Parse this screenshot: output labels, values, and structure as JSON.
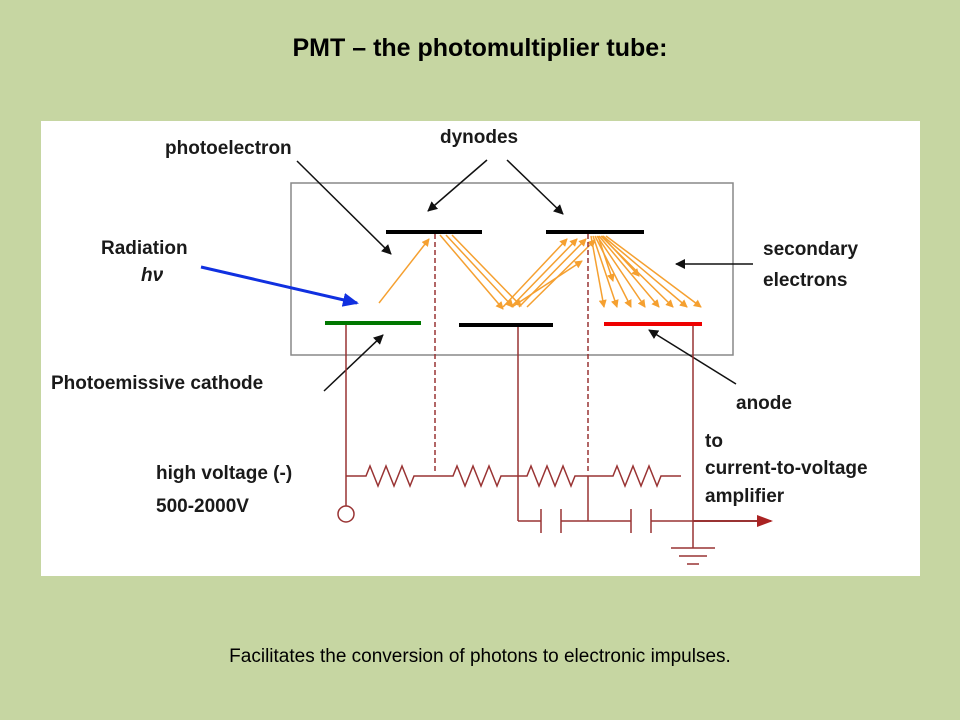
{
  "slide": {
    "title": "PMT – the photomultiplier tube:",
    "caption": "Facilitates the conversion of photons to electronic impulses."
  },
  "diagram": {
    "labels": {
      "photoelectron": "photoelectron",
      "dynodes": "dynodes",
      "radiation": "Radiation",
      "hv": "hν",
      "secondary_1": "secondary",
      "secondary_2": "electrons",
      "cathode": "Photoemissive cathode",
      "anode": "anode",
      "high_voltage": "high voltage (-)",
      "voltage_range": "500-2000V",
      "to": "to",
      "amp_1": "current-to-voltage",
      "amp_2": "amplifier"
    },
    "colors": {
      "tube_border": "#888888",
      "dynode": "#000000",
      "cathode": "#007700",
      "anode": "#ee0000",
      "electron_arrow": "#f5a030",
      "radiation_arrow": "#1030e0",
      "circuit": "#993333"
    }
  }
}
